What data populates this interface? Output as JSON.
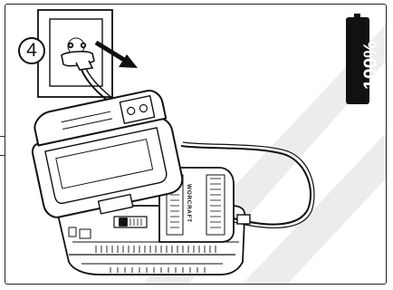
{
  "step": {
    "number": "4"
  },
  "charger": {
    "brand": "WORCRAFT"
  },
  "battery_indicator": {
    "level_label": "100%",
    "level_percent": 100,
    "icon": "battery-full-icon"
  },
  "icons": {
    "socket": "wall-socket-icon",
    "plug": "power-plug-icon",
    "arrow": "unplug-arrow-icon"
  }
}
